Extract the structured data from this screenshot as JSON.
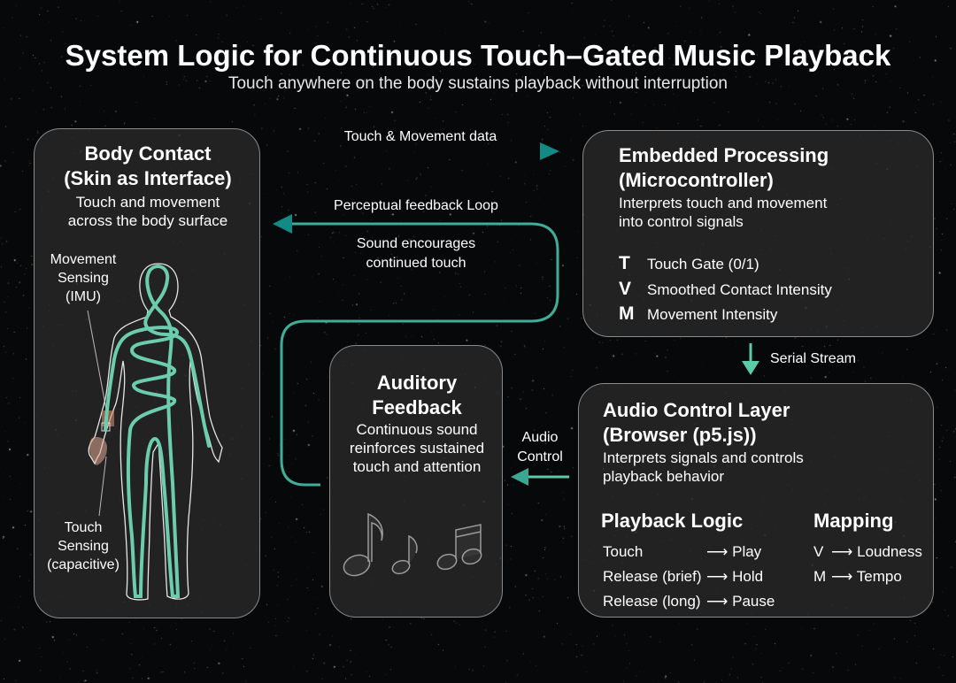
{
  "title": "System Logic for Continuous Touch–Gated Music Playback",
  "subtitle": "Touch anywhere on the body sustains playback without interruption",
  "body_contact": {
    "heading_line1": "Body Contact",
    "heading_line2": "(Skin as Interface)",
    "desc_line1": "Touch and movement",
    "desc_line2": "across the body surface",
    "movement_label": [
      "Movement",
      "Sensing",
      "(IMU)"
    ],
    "touch_label": [
      "Touch",
      "Sensing",
      "(capacitive)"
    ]
  },
  "arrows": {
    "touch_movement": "Touch & Movement data",
    "feedback_loop": "Perceptual feedback Loop",
    "feedback_desc_line1": "Sound encourages",
    "feedback_desc_line2": "continued touch",
    "serial": "Serial Stream",
    "audio_control_line1": "Audio",
    "audio_control_line2": "Control"
  },
  "embedded": {
    "heading_line1": "Embedded Processing",
    "heading_line2": "(Microcontroller)",
    "desc_line1": "Interprets touch and movement",
    "desc_line2": "into control signals",
    "signals": [
      {
        "symbol": "T",
        "label": "Touch Gate (0/1)"
      },
      {
        "symbol": "V",
        "label": "Smoothed Contact Intensity"
      },
      {
        "symbol": "M",
        "label": "Movement Intensity"
      }
    ]
  },
  "auditory": {
    "heading_line1": "Auditory",
    "heading_line2": "Feedback",
    "desc_line1": "Continuous sound",
    "desc_line2": "reinforces sustained",
    "desc_line3": "touch and attention"
  },
  "audio_layer": {
    "heading_line1": "Audio Control Layer",
    "heading_line2": "(Browser (p5.js))",
    "desc_line1": "Interprets signals and controls",
    "desc_line2": "playback behavior",
    "playback_heading": "Playback Logic",
    "playback": [
      {
        "input": "Touch",
        "output": "Play"
      },
      {
        "input": "Release (brief)",
        "output": "Hold"
      },
      {
        "input": "Release (long)",
        "output": "Pause"
      }
    ],
    "mapping_heading": "Mapping",
    "mapping": [
      {
        "input": "V",
        "output": "Loudness"
      },
      {
        "input": "M",
        "output": "Tempo"
      }
    ],
    "arrow_glyph": "⟶"
  },
  "colors": {
    "teal": "#5cc9a7",
    "teal_dark": "#138a86",
    "panel_border": "#8a8a8a"
  }
}
